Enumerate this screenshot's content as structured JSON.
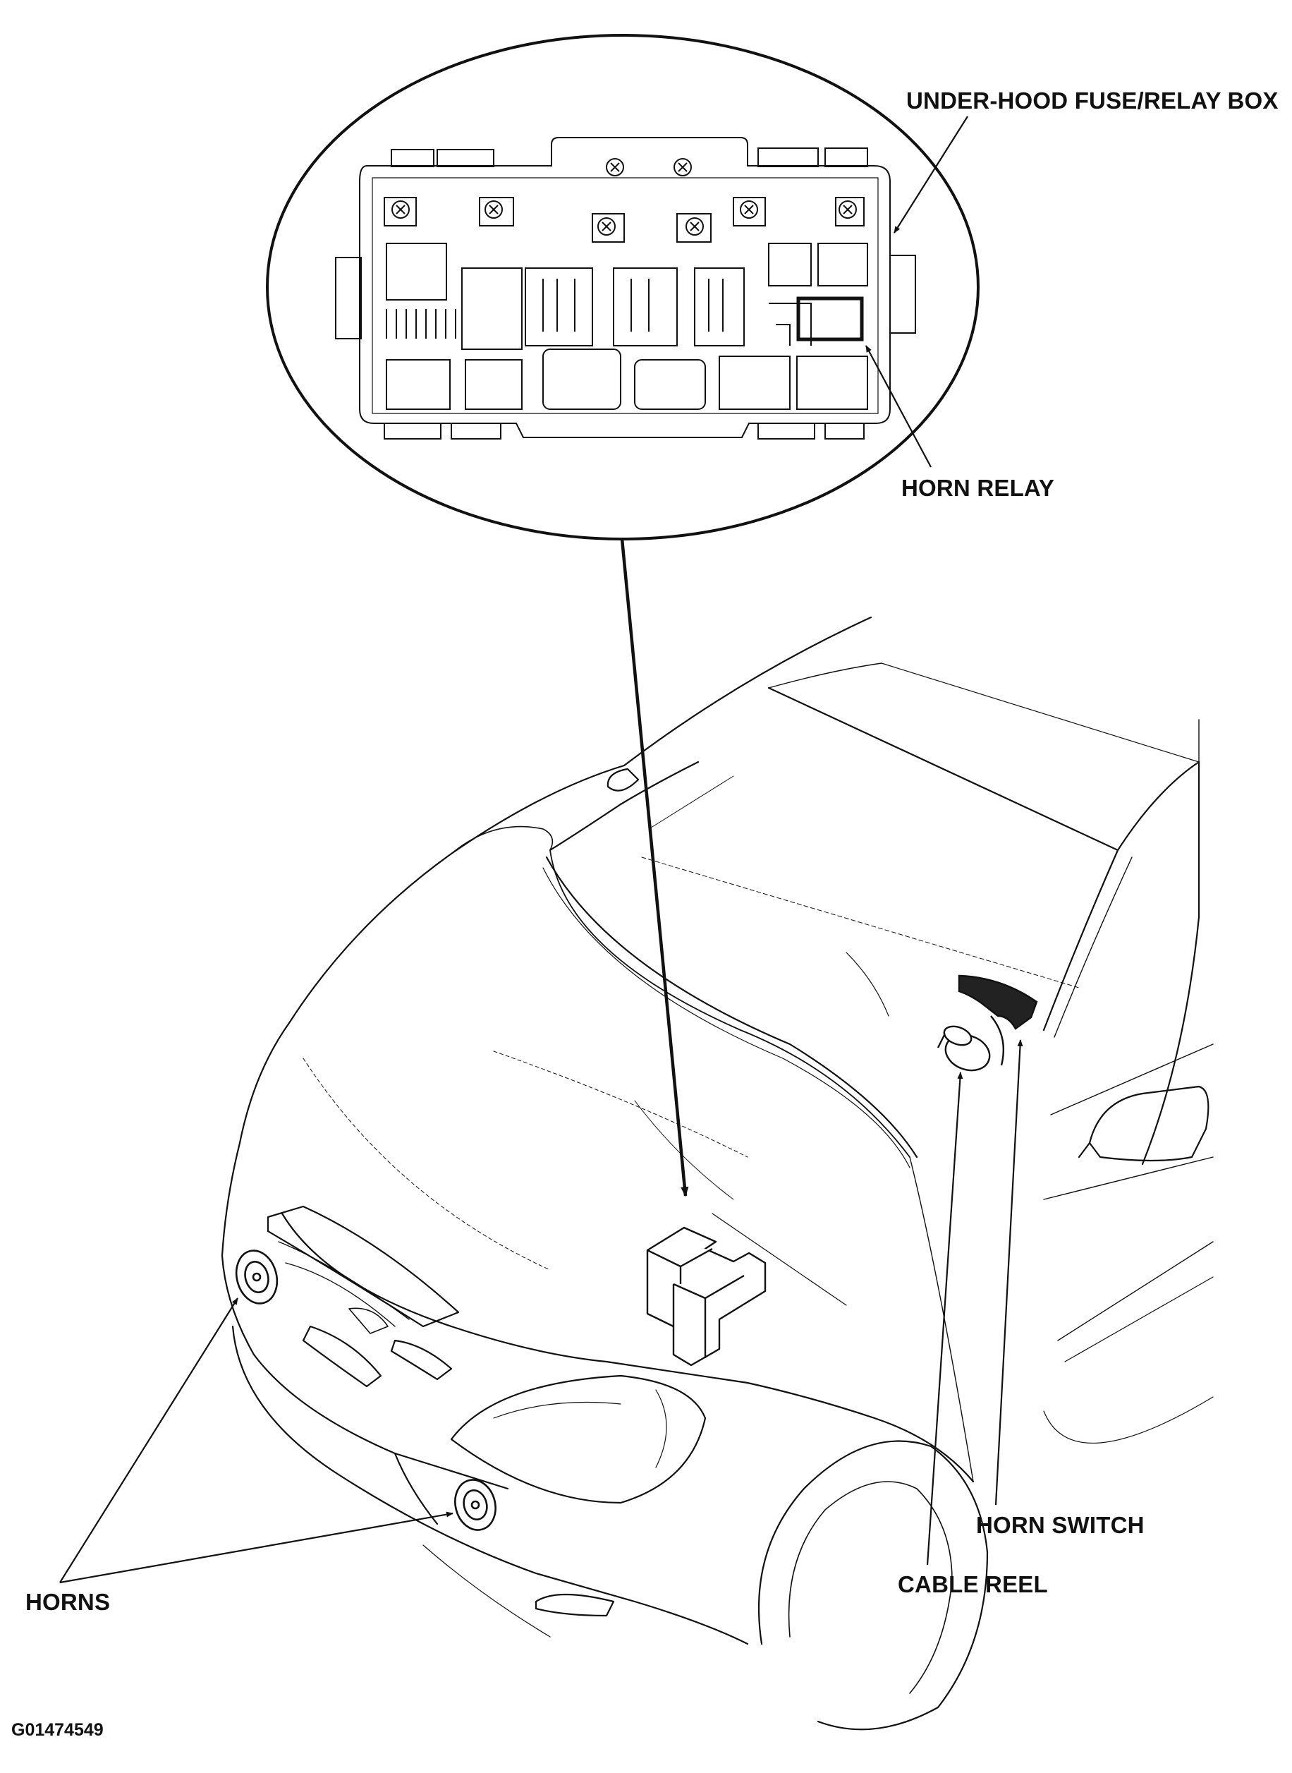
{
  "labels": {
    "fuse_box": "UNDER-HOOD FUSE/RELAY BOX",
    "horn_relay": "HORN RELAY",
    "horn_switch": "HORN SWITCH",
    "cable_reel": "CABLE REEL",
    "horns": "HORNS"
  },
  "figure_id": "G01474549",
  "colors": {
    "line": "#111111",
    "background": "#ffffff"
  }
}
